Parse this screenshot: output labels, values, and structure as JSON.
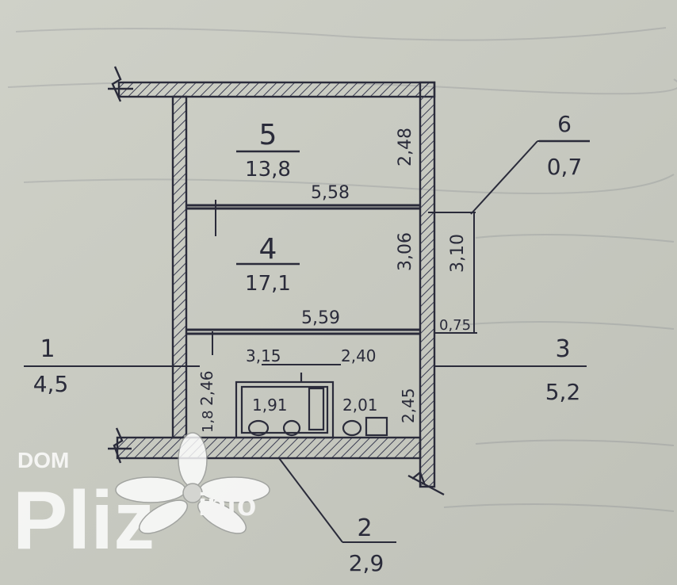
{
  "rooms": [
    {
      "number": "5",
      "area": "13,8"
    },
    {
      "number": "4",
      "area": "17,1"
    },
    {
      "number": "1",
      "area": "4,5"
    },
    {
      "number": "2",
      "area": "2,9"
    },
    {
      "number": "3",
      "area": "5,2"
    },
    {
      "number": "6",
      "area": "0,7"
    }
  ],
  "dimensions": {
    "d558": "5,58",
    "d559": "5,59",
    "d248": "2,48",
    "d306": "3,06",
    "d310": "3,10",
    "d075": "0,75",
    "d315": "3,15",
    "d240": "2,40",
    "d246": "2,46",
    "d245": "2,45",
    "d191": "1,91",
    "d201": "2,01",
    "d18": "1,8"
  },
  "watermark": {
    "brand_top": "DOM",
    "brand_main": "Pliz",
    "brand_suffix": "info"
  },
  "colors": {
    "paper": "#c9cbc2",
    "ink": "#2a2b3a",
    "watermark": "#ffffff"
  }
}
